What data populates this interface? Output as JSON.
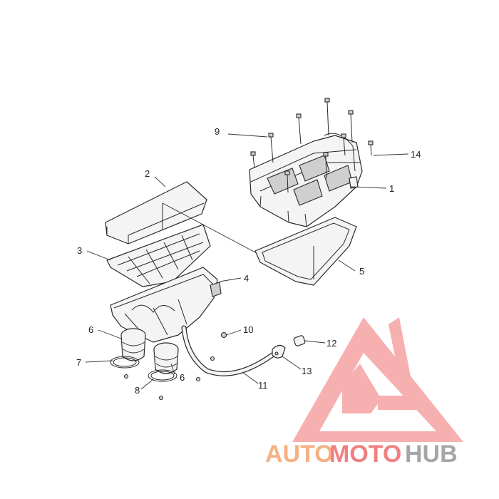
{
  "diagram": {
    "callouts": [
      {
        "id": "c1",
        "label": "1"
      },
      {
        "id": "c2",
        "label": "2"
      },
      {
        "id": "c3",
        "label": "3"
      },
      {
        "id": "c4",
        "label": "4"
      },
      {
        "id": "c5",
        "label": "5"
      },
      {
        "id": "c6a",
        "label": "6"
      },
      {
        "id": "c6b",
        "label": "6"
      },
      {
        "id": "c7",
        "label": "7"
      },
      {
        "id": "c8",
        "label": "8"
      },
      {
        "id": "c9",
        "label": "9"
      },
      {
        "id": "c10",
        "label": "10"
      },
      {
        "id": "c11",
        "label": "11"
      },
      {
        "id": "c12",
        "label": "12"
      },
      {
        "id": "c13",
        "label": "13"
      },
      {
        "id": "c14",
        "label": "14"
      }
    ]
  },
  "watermark": {
    "text_auto": "AUTO",
    "text_moto": "MOTO",
    "text_hub": "HUB",
    "color_orange": "#f4b183",
    "color_red": "#f08080",
    "color_gray": "#a6a6a6"
  }
}
